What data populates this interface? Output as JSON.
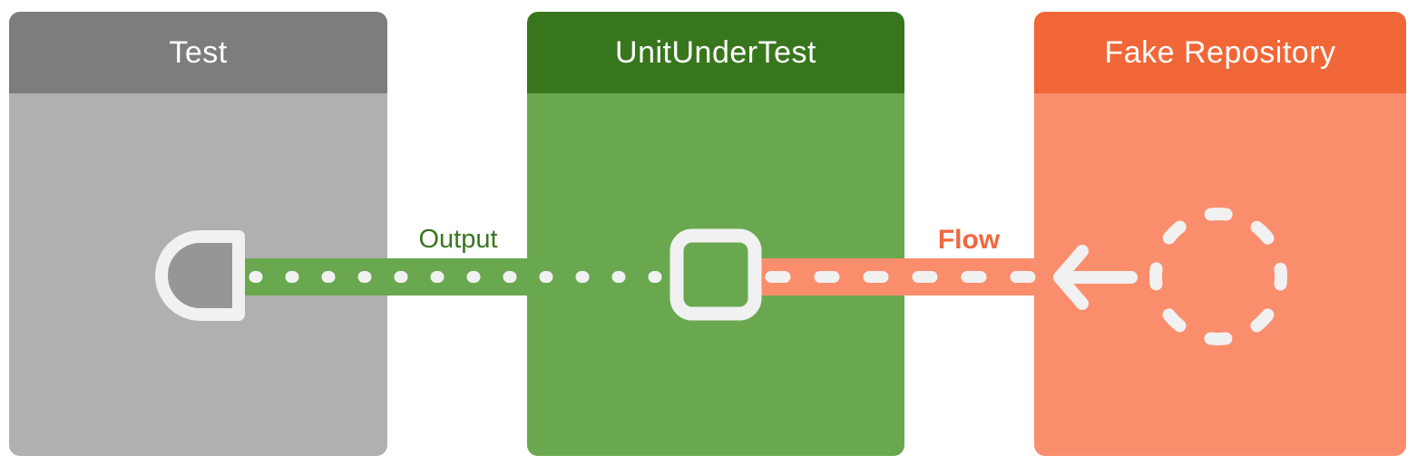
{
  "diagram": {
    "background_color": "#ffffff",
    "boxes": [
      {
        "title": "Test",
        "header_color": "#7d7d7d",
        "body_color": "#b0b0b0",
        "icon": "output-port-icon",
        "icon_fill_color": "#969696"
      },
      {
        "title": "UnitUnderTest",
        "header_color": "#38761d",
        "body_color": "#6aa84f",
        "icon": "input-port-icon"
      },
      {
        "title": "Fake Repository",
        "header_color": "#f16637",
        "body_color": "#fa8e6c",
        "icon": "dashed-circle-icon"
      }
    ],
    "connectors": [
      {
        "label": "Output",
        "label_color": "#38761d",
        "style": "dotted",
        "band_color": "#6aa84f",
        "marker_color": "#f1f1f1",
        "from": "UnitUnderTest",
        "to": "Test"
      },
      {
        "label": "Flow",
        "label_color": "#f0683e",
        "style": "dashed",
        "band_color": "#fa8e6c",
        "marker_color": "#f1f1f1",
        "arrow": "left",
        "from": "Fake Repository",
        "to": "UnitUnderTest"
      }
    ],
    "icon_stroke_color": "#f1f1f1"
  }
}
